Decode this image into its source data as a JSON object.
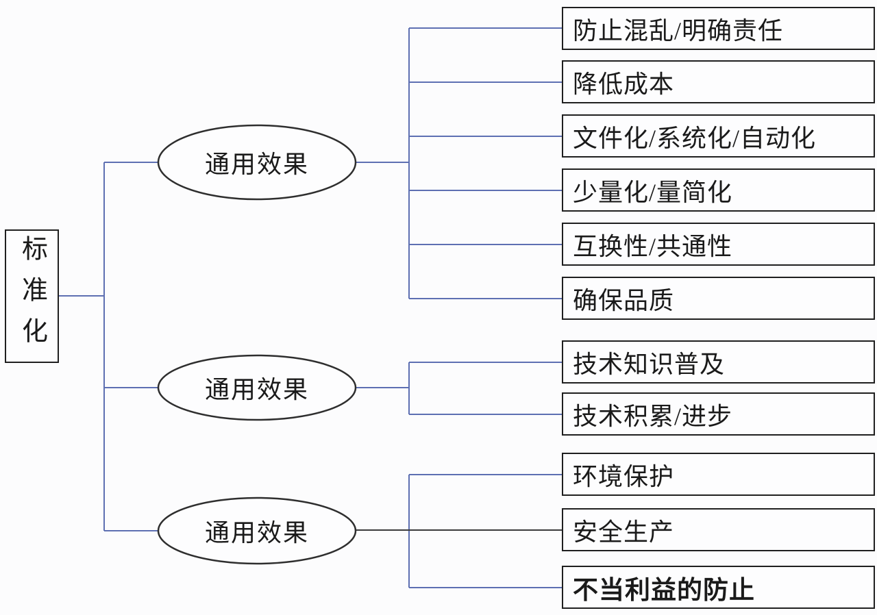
{
  "diagram": {
    "title": "standardization effects tree",
    "root": {
      "label": "标准化"
    },
    "groups": [
      {
        "label": "通用效果",
        "children": [
          "防止混乱/明确责任",
          "降低成本",
          "文件化/系统化/自动化",
          "少量化/量简化",
          "互换性/共通性",
          "确保品质"
        ]
      },
      {
        "label": "通用效果",
        "children": [
          "技术知识普及",
          "技术积累/进步"
        ]
      },
      {
        "label": "通用效果",
        "children": [
          "环境保护",
          "安全生产",
          "不当利益的防止"
        ]
      }
    ],
    "colors": {
      "connector_blue": "#5d6fb2",
      "connector_dark": "#3a3a3a",
      "node_border": "#1f1f1f",
      "ellipse_stroke": "#2e2e2e",
      "text": "#1a1a1a",
      "background": "#fcfcfd"
    }
  }
}
